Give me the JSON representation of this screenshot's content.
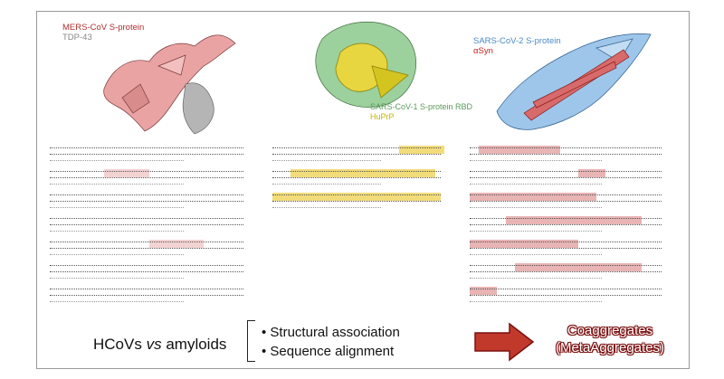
{
  "panels": {
    "left": {
      "protein1": "MERS-CoV S-protein",
      "protein2": "TDP-43",
      "color1": "#b03030",
      "color2": "#888888"
    },
    "middle": {
      "protein1": "SARS-CoV-1 S-protein RBD",
      "protein2": "HuPrP",
      "color1": "#5a9a5a",
      "color2": "#c8b400"
    },
    "right": {
      "protein1": "SARS-CoV-2 S-protein",
      "protein2": "αSyn",
      "color1": "#4a8ac8",
      "color2": "#c02020"
    }
  },
  "bottom": {
    "left_word": "HCoVs",
    "vs_word": "vs",
    "right_word": "amyloids",
    "bullets": [
      "Structural association",
      "Sequence alignment"
    ],
    "result_line1": "Coaggregates",
    "result_line2": "(MetaAggregates)"
  },
  "colors": {
    "arrow_fill": "#c0392b",
    "arrow_stroke": "#7a1010",
    "pink_highlight": "#e8b4b4",
    "yellow_highlight": "#f2dc7a"
  }
}
